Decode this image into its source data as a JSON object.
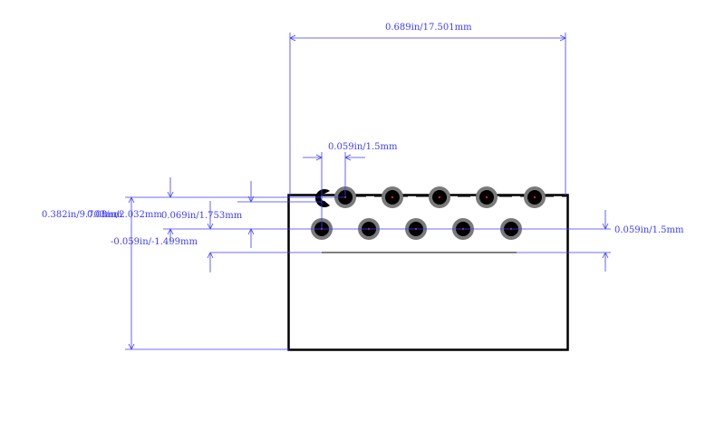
{
  "dimensions": {
    "top_width": "0.689in/17.501mm",
    "pitch": "0.059in/1.5mm",
    "overall_height": "0.382in/9.703mm",
    "offset_a": "0.08in/2.032mm",
    "row_offset": "0.069in/1.753mm",
    "neg_offset": "-0.059in/-1.499mm",
    "right_pitch": "0.059in/1.5mm"
  },
  "colors": {
    "dimension": "#3b3bff",
    "outline": "#000000",
    "pad_ring": "#7a7a7a",
    "pad_hole": "#000000",
    "center_mark": "#cc2222",
    "body_outline_inner": "#d06060"
  },
  "pads": {
    "row1_count": 5,
    "row2_count": 5,
    "pin1_marker": "half-circle"
  }
}
